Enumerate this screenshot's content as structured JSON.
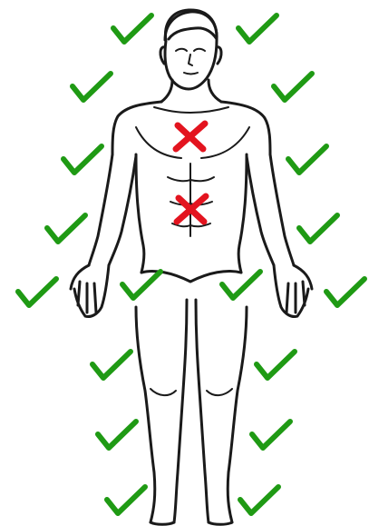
{
  "figure": {
    "icons": {
      "check": "check-mark-icon",
      "cross": "cross-mark-icon",
      "body": "human-body-outline"
    },
    "colors": {
      "check": "#1f9a14",
      "cross": "#e3141f",
      "outline": "#1a1a1a",
      "background": "#ffffff"
    },
    "check_count": 18,
    "cross_count": 2
  }
}
